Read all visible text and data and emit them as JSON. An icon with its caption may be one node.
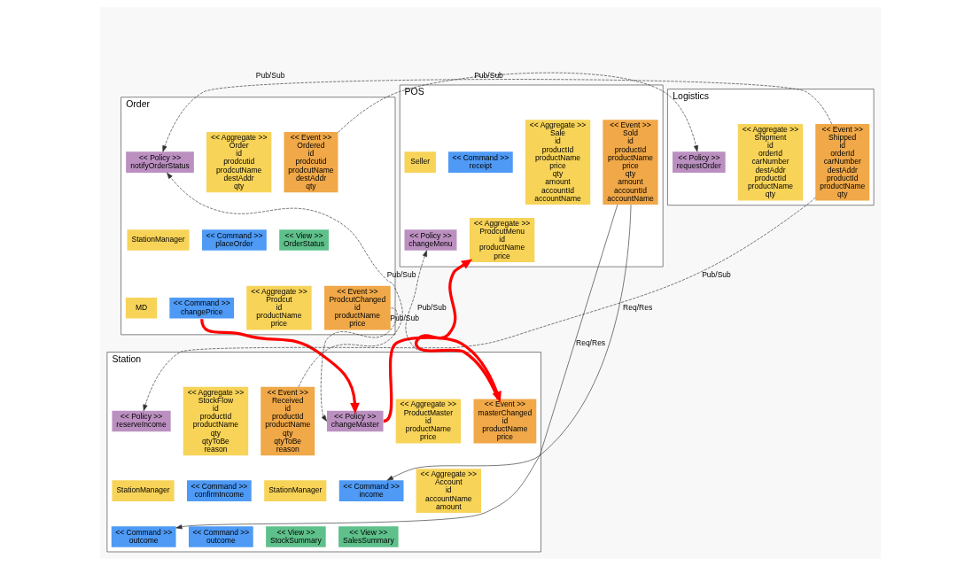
{
  "diagram": {
    "nodes": [
      {
        "text": [
          "Order"
        ]
      },
      {
        "text": [
          "<< Policy >>",
          "notifyOrderStatus"
        ],
        "in": 0
      },
      {
        "text": [
          "<< Aggregate >>",
          "Order",
          "id",
          "prodcutid",
          "prodcutName",
          "destAddr",
          "qty"
        ],
        "in": 0
      },
      {
        "text": [
          "<< Event >>",
          "Ordered",
          "id",
          "prodcutid",
          "prodcutName",
          "destAddr",
          "qty"
        ],
        "in": 0
      },
      {
        "text": [
          "<< Command >>",
          "placeOrder"
        ],
        "in": 0
      },
      {
        "text": [
          "StationManager"
        ],
        "in": 0
      },
      {
        "text": [
          "<< View >>",
          "OrderStatus"
        ],
        "in": 0
      },
      {
        "text": [
          "<< Aggregate >>",
          "Prodcut",
          "id",
          "productName",
          "price"
        ],
        "in": 0
      },
      {
        "text": [
          "<< Event >>",
          "ProdcutChanged",
          "id",
          "productName",
          "price"
        ],
        "in": 0
      },
      {
        "text": [
          "MD"
        ],
        "in": 0
      },
      {
        "text": [
          "<< Command >>",
          "changePrice"
        ],
        "in": 0
      },
      {
        "text": [
          "Logistics"
        ]
      },
      {
        "text": [
          "<< Policy >>",
          "requestOrder"
        ],
        "in": 11
      },
      {
        "text": [
          "<< Aggregate >>",
          "Shipment",
          "id",
          "orderId",
          "carNumber",
          "destAddr",
          "productId",
          "productName",
          "qty"
        ],
        "in": 11
      },
      {
        "text": [
          "<< Event >>",
          "Shipped",
          "id",
          "orderId",
          "carNumber",
          "destAddr",
          "productId",
          "productName",
          "qty"
        ],
        "in": 11
      },
      {
        "text": [
          "POS"
        ]
      },
      {
        "text": [
          "<< Command >>",
          "receipt"
        ],
        "in": 15
      },
      {
        "text": [
          "<< Aggregate >>",
          "Sale",
          "id",
          "productId",
          "productName",
          "price",
          "qty",
          "amount",
          "accountId",
          "accountName"
        ],
        "in": 15
      },
      {
        "text": [
          "<< Event >>",
          "Sold",
          "id",
          "productId",
          "productName",
          "price",
          "qty",
          "amount",
          "accountId",
          "accountName"
        ],
        "in": 15
      },
      {
        "text": [
          "Seller"
        ],
        "in": 15
      },
      {
        "text": [
          "<< Policy >>",
          "changeMenu"
        ],
        "in": 15
      },
      {
        "text": [
          "<< Aggregate >>",
          "ProdcutMenu",
          "id",
          "productName",
          "price"
        ],
        "in": 15
      },
      {
        "text": [
          "Station"
        ]
      },
      {
        "text": [
          "<< Policy >>",
          "reserveIncome"
        ],
        "in": 22
      },
      {
        "text": [
          "<< Aggregate >>",
          "StockFlow",
          "id",
          "productId",
          "productName",
          "qty",
          "qtyToBe",
          "reason"
        ],
        "in": 22
      },
      {
        "text": [
          "<< Event >>",
          "Received",
          "id",
          "productId",
          "productName",
          "qty",
          "qtyToBe",
          "reason"
        ],
        "in": 22
      },
      {
        "text": [
          "StationManager"
        ],
        "in": 22
      },
      {
        "text": [
          "<< Command >>",
          "confirmIncome"
        ],
        "in": 22
      },
      {
        "text": [
          "<< Command >>",
          "outcome"
        ],
        "in": 22
      },
      {
        "text": [
          "StationManager"
        ],
        "in": 22
      },
      {
        "text": [
          "<< Command >>",
          "income"
        ],
        "in": 22
      },
      {
        "text": [
          "<< Command >>",
          "outcome"
        ],
        "in": 22
      },
      {
        "text": [
          "<< Aggregate >>",
          "Account",
          "id",
          "accountName",
          "amount"
        ],
        "in": 22
      },
      {
        "text": [
          "<< Policy >>",
          "changeMaster"
        ],
        "in": 22
      },
      {
        "text": [
          "<< Aggregate >>",
          "ProductMaster",
          "id",
          "productName",
          "price"
        ],
        "in": 22
      },
      {
        "text": [
          "<< Event >>",
          "masterChanged",
          "id",
          "productName",
          "price"
        ],
        "in": 22
      },
      {
        "text": [
          "<< View >>",
          "StockSummary"
        ],
        "in": 22
      },
      {
        "text": [
          "<< View >>",
          "SalesSummary"
        ],
        "in": 22
      }
    ],
    "edges": [
      {
        "from": 3,
        "to": 12,
        "arrow": "to",
        "label": "Pub/Sub",
        "style": "dashed"
      },
      {
        "from": 14,
        "to": 1,
        "arrow": "to",
        "label": "Pub/Sub",
        "style": "dashed"
      },
      {
        "from": 25,
        "to": 1,
        "arrow": "to",
        "label": "Pub/Sub",
        "style": "dashed"
      },
      {
        "from": 8,
        "to": 33,
        "arrow": "to",
        "label": "Pub/Sub",
        "style": "dashed"
      },
      {
        "from": 14,
        "to": 23,
        "arrow": "to",
        "label": "Pub/Sub",
        "style": "dashed"
      },
      {
        "from": 35,
        "to": 20,
        "arrow": "to",
        "label": "Pub/Sub",
        "style": "dashed"
      },
      {
        "from": 18,
        "to": 30,
        "arrow": "to",
        "label": "Req/Res"
      },
      {
        "from": 18,
        "to": 28,
        "arrow": "to",
        "label": "Req/Res"
      },
      {
        "from": 10,
        "to": 33,
        "arrow": "to",
        "style": "thick",
        "color": "#ff0000"
      },
      {
        "from": 33,
        "to": 35,
        "arrow": "to",
        "style": "thick",
        "color": "#ff0000"
      },
      {
        "from": 35,
        "to": 21,
        "arrow": "to",
        "style": "thick",
        "color": "#ff0000"
      }
    ]
  }
}
